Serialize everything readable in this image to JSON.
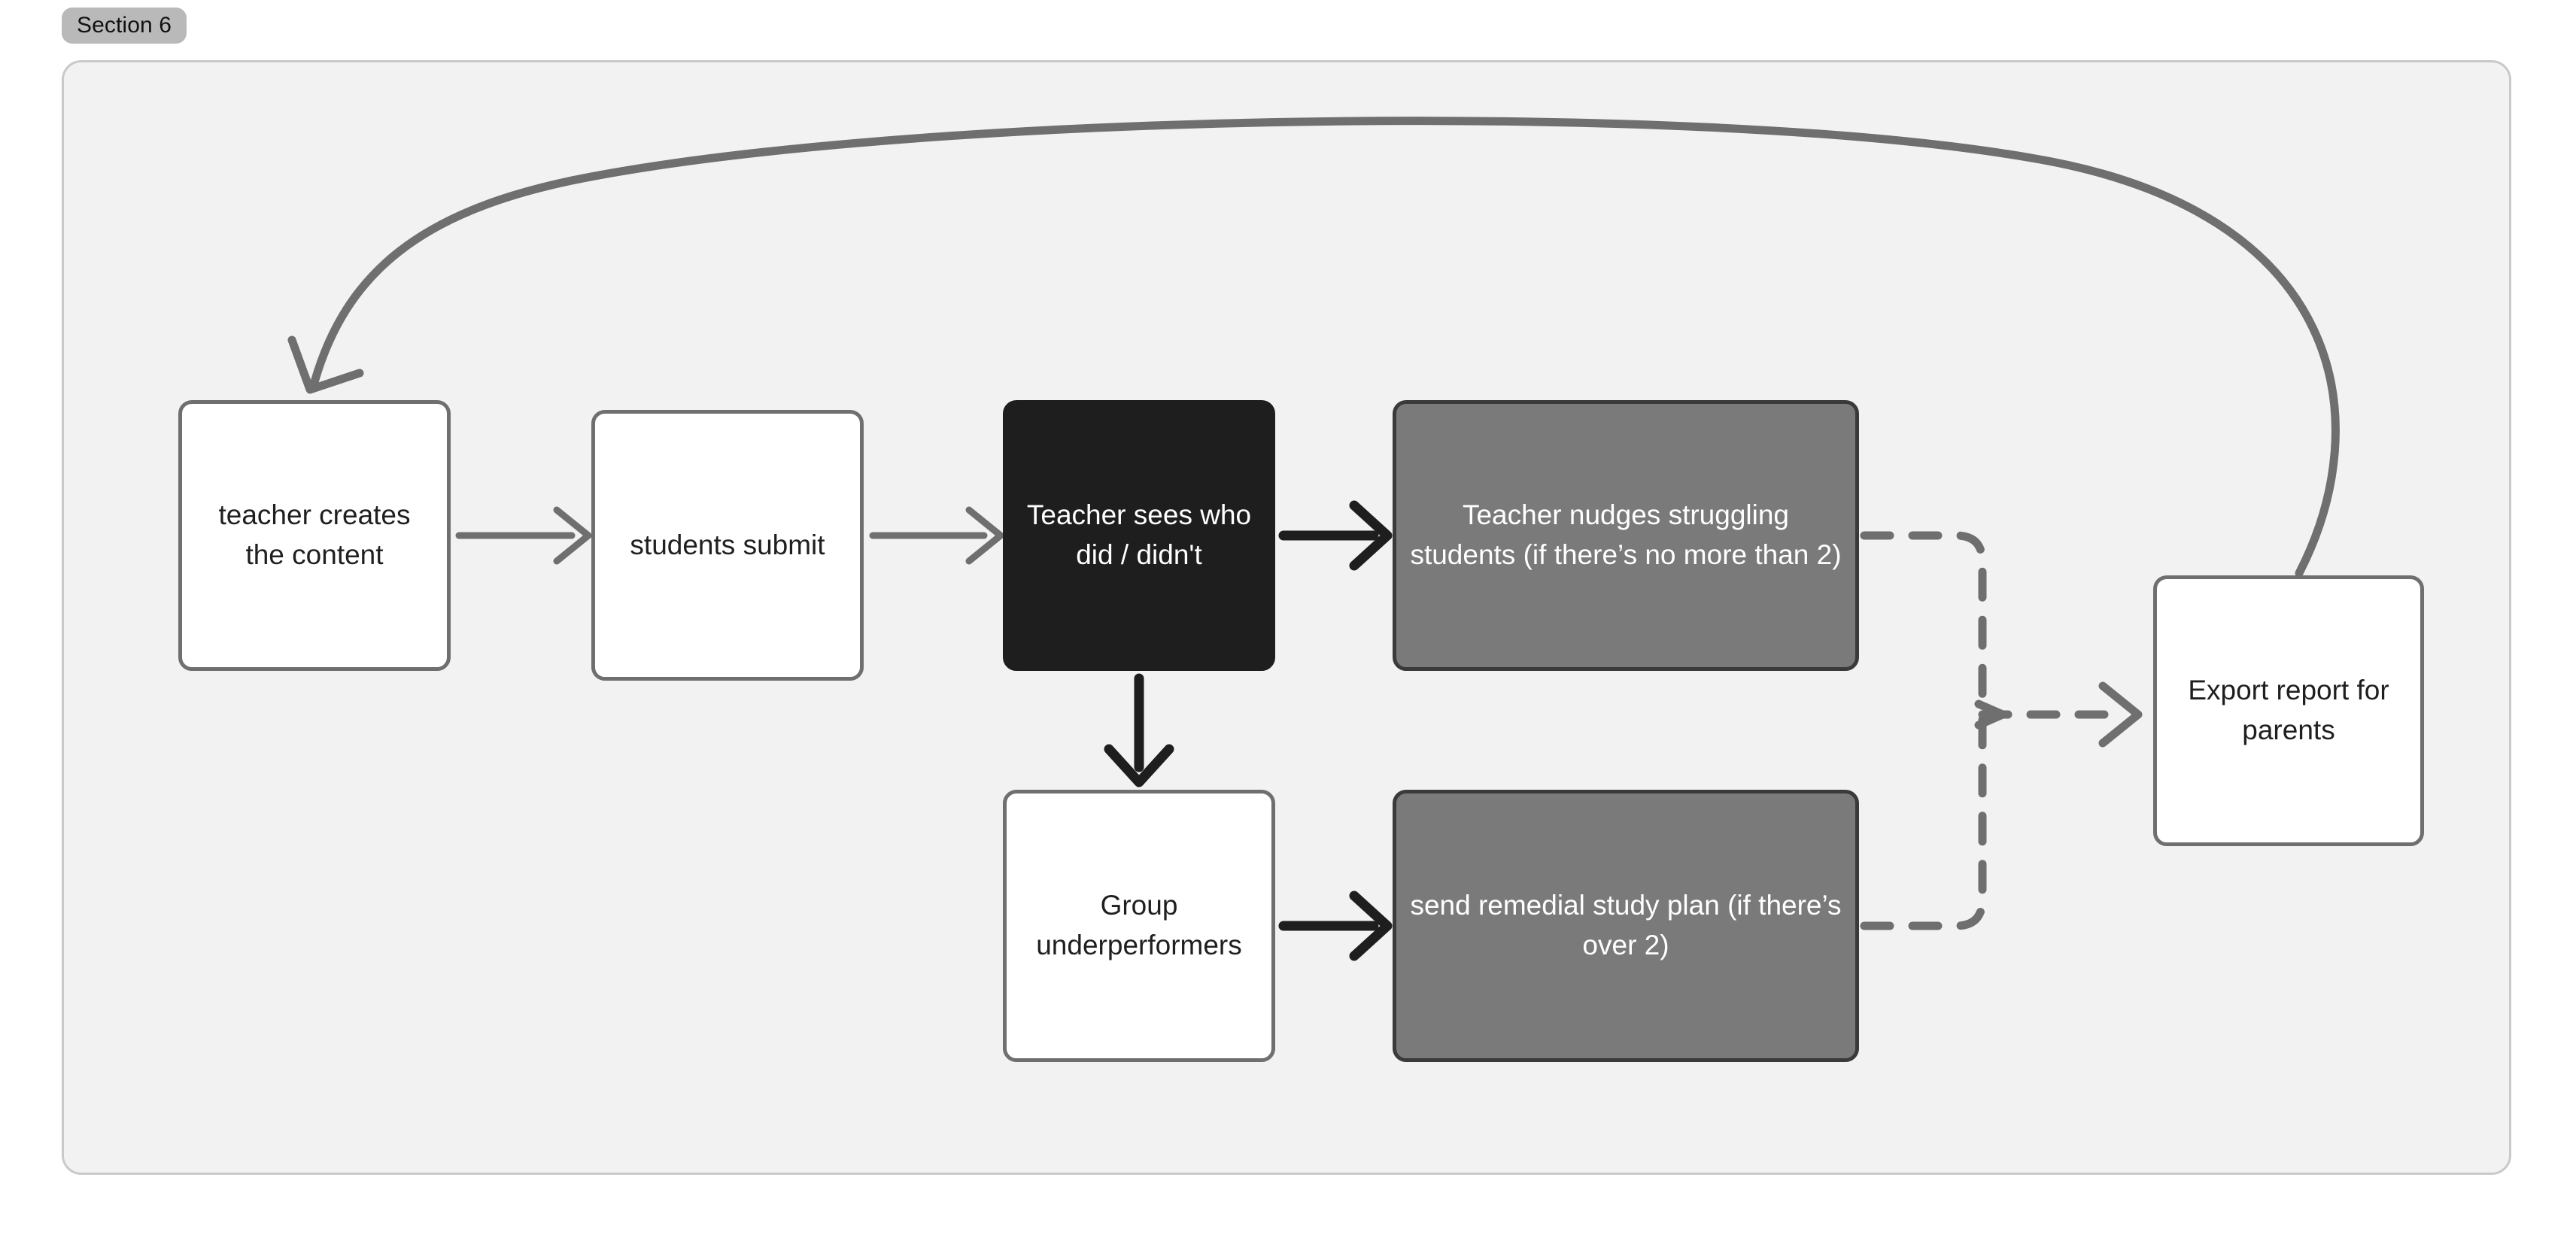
{
  "section": {
    "badge_label": "Section 6"
  },
  "diagram": {
    "type": "flowchart",
    "direction": "left-to-right",
    "nodes": [
      {
        "id": "create",
        "label": "teacher creates the content",
        "style": "white"
      },
      {
        "id": "submit",
        "label": "students submit",
        "style": "white"
      },
      {
        "id": "sees",
        "label": "Teacher sees who did / didn't",
        "style": "dark"
      },
      {
        "id": "nudges",
        "label": "Teacher nudges struggling students (if there’s no more than 2)",
        "style": "gray"
      },
      {
        "id": "group",
        "label": "Group underperformers",
        "style": "white"
      },
      {
        "id": "remedial",
        "label": "send remedial study plan (if there’s over 2)",
        "style": "gray"
      },
      {
        "id": "export",
        "label": "Export report for parents",
        "style": "white"
      }
    ],
    "edges": [
      {
        "from": "create",
        "to": "submit",
        "style": "solid",
        "color": "#6f6f6f",
        "shape": "straight"
      },
      {
        "from": "submit",
        "to": "sees",
        "style": "solid",
        "color": "#6f6f6f",
        "shape": "straight"
      },
      {
        "from": "sees",
        "to": "nudges",
        "style": "solid",
        "color": "#1e1e1e",
        "shape": "straight"
      },
      {
        "from": "sees",
        "to": "group",
        "style": "solid",
        "color": "#1e1e1e",
        "shape": "vertical"
      },
      {
        "from": "group",
        "to": "remedial",
        "style": "solid",
        "color": "#1e1e1e",
        "shape": "straight"
      },
      {
        "from": "nudges",
        "to": "export",
        "style": "dashed",
        "color": "#6f6f6f",
        "shape": "elbow"
      },
      {
        "from": "remedial",
        "to": "export",
        "style": "dashed",
        "color": "#6f6f6f",
        "shape": "elbow"
      },
      {
        "from": "export",
        "to": "create",
        "style": "solid",
        "color": "#6f6f6f",
        "shape": "curved-feedback"
      }
    ]
  },
  "colors": {
    "panel_background": "#f2f2f2",
    "panel_border": "#c9c9c9",
    "badge_background": "#b9b9b9",
    "node_white_fill": "#ffffff",
    "node_white_border": "#6f6f6f",
    "node_dark_fill": "#1e1e1e",
    "node_gray_fill": "#7a7a7a",
    "node_gray_border": "#3a3a3a",
    "edge_gray": "#6f6f6f",
    "edge_black": "#1e1e1e"
  }
}
